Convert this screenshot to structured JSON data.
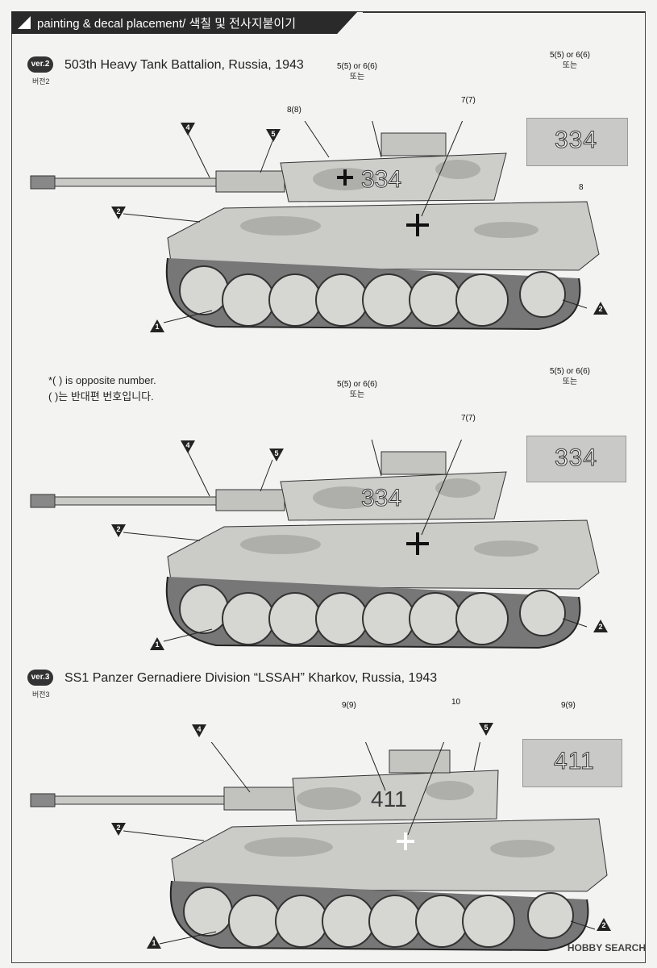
{
  "header": {
    "title": "painting & decal placement/ 색칠 및 전사지붙이기"
  },
  "version2": {
    "badge": "ver.2",
    "badge_sub": "버전2",
    "title": "503th Heavy Tank Battalion, Russia, 1943",
    "callouts": {
      "c55": "5(5) or 6(6)",
      "or_ko": "또는",
      "c88": "8(8)",
      "c77": "7(7)",
      "c8": "8",
      "box_num": "334"
    },
    "labels": {
      "l4": "4",
      "l5": "5",
      "l2a": "2",
      "l2b": "2",
      "l1": "1"
    },
    "tank_num": "334"
  },
  "note": {
    "line1": "*(    ) is opposite number.",
    "line2": "(    )는 반대편 번호입니다."
  },
  "version2b": {
    "callouts": {
      "c55": "5(5) or 6(6)",
      "or_ko": "또는",
      "c77": "7(7)",
      "box_num": "334"
    },
    "labels": {
      "l4": "4",
      "l5": "5",
      "l2a": "2",
      "l2b": "2",
      "l1": "1"
    },
    "tank_num": "334"
  },
  "version3": {
    "badge": "ver.3",
    "badge_sub": "버전3",
    "title": "SS1 Panzer Gernadiere Division “LSSAH” Kharkov, Russia, 1943",
    "callouts": {
      "c99": "9(9)",
      "c10": "10",
      "c99b": "9(9)",
      "box_num": "411"
    },
    "labels": {
      "l4": "4",
      "l5": "5",
      "l2a": "2",
      "l2b": "2",
      "l1": "1"
    },
    "tank_num": "411"
  },
  "watermark": "HOBBY SEARCH",
  "colors": {
    "camo_light": "#cfcfcc",
    "camo_dark": "#9a9a98",
    "badge": "#333333",
    "header": "#2a2a2a"
  }
}
